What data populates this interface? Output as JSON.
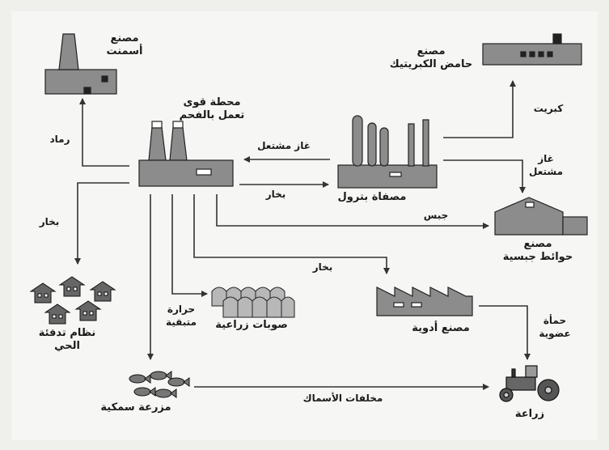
{
  "nodes": {
    "cement_factory": [
      "مصنع",
      "أسمنت"
    ],
    "power_station": [
      "محطة قوى",
      "تعمل بالفحم"
    ],
    "sulfuric_factory": [
      "مصنع",
      "حامض الكبريتيك"
    ],
    "oil_refinery": "مصفاة بترول",
    "gypsum_factory": [
      "مصنع",
      "حوائط جبسية"
    ],
    "district_heating": [
      "نظام تدفئة",
      "الحي"
    ],
    "greenhouses": "صوبات زراعية",
    "pharma_factory": "مصنع أدوية",
    "fish_farm": "مزرعة سمكية",
    "agriculture": "زراعة"
  },
  "flows": {
    "ash": "رماد",
    "flare_gas": "غاز مشتعل",
    "steam_refinery": "بخار",
    "sulfur": "كبريت",
    "gas_gypsum": [
      "غاز",
      "مشتعل"
    ],
    "gypsum": "جبس",
    "steam_houses": "بخار",
    "steam_pharma": "بخار",
    "waste_heat": [
      "حرارة",
      "متبقية"
    ],
    "organic_sludge": [
      "حمأة",
      "عضوية"
    ],
    "fish_waste": "مخلفات الأسماك"
  }
}
